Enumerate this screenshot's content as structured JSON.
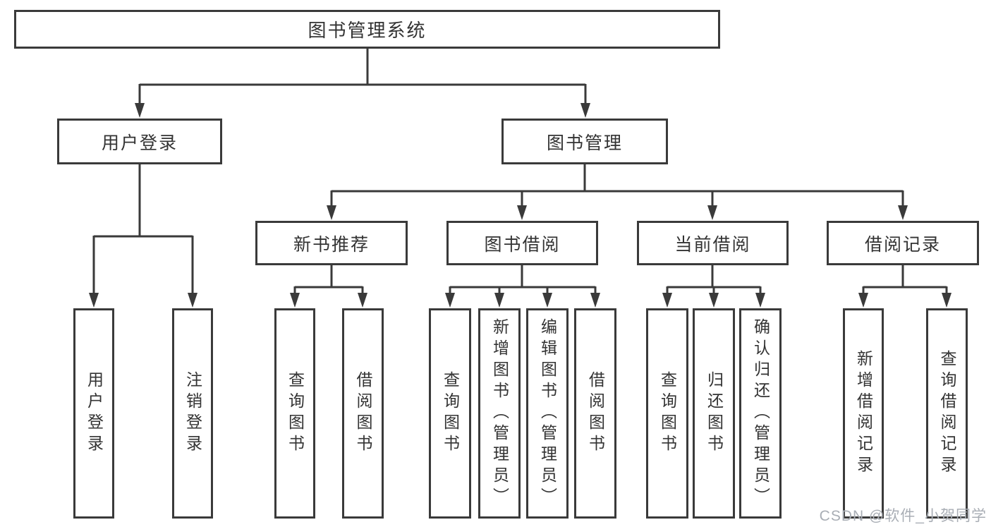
{
  "diagram": {
    "title_node": {
      "label": "图书管理系统"
    },
    "level2": [
      {
        "id": "user-login",
        "label": "用户登录"
      },
      {
        "id": "book-management",
        "label": "图书管理"
      }
    ],
    "level3": [
      {
        "id": "new-book-recommend",
        "label": "新书推荐"
      },
      {
        "id": "book-borrow",
        "label": "图书借阅"
      },
      {
        "id": "current-borrow",
        "label": "当前借阅"
      },
      {
        "id": "borrow-records",
        "label": "借阅记录"
      }
    ],
    "leaves": {
      "user_login": [
        {
          "label": "用户登录"
        },
        {
          "label": "注销登录"
        }
      ],
      "new_book_recommend": [
        {
          "label": "查询图书"
        },
        {
          "label": "借阅图书"
        }
      ],
      "book_borrow": [
        {
          "label": "查询图书"
        },
        {
          "label": "新增图书（管理员）"
        },
        {
          "label": "编辑图书（管理员）"
        },
        {
          "label": "借阅图书"
        }
      ],
      "current_borrow": [
        {
          "label": "查询图书"
        },
        {
          "label": "归还图书"
        },
        {
          "label": "确认归还（管理员）"
        }
      ],
      "borrow_records": [
        {
          "label": "新增借阅记录"
        },
        {
          "label": "查询借阅记录"
        }
      ]
    }
  },
  "watermark": {
    "text": "CSDN @软件_小贺同学"
  },
  "colors": {
    "line": "#3a3a3a",
    "text": "#333333",
    "watermark": "#a9aeb5",
    "background": "#ffffff"
  }
}
